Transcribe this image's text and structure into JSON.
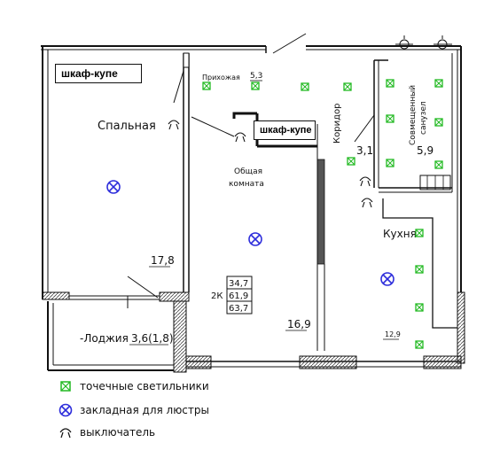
{
  "rooms": {
    "bedroom": {
      "name": "Спальная",
      "area": "17,8"
    },
    "hallway": {
      "name": "Прихожая",
      "area": "5,3"
    },
    "living": {
      "name_line1": "Общая",
      "name_line2": "комната",
      "area": "16,9"
    },
    "corridor": {
      "name": "Коридор",
      "area": "3,1"
    },
    "bathroom": {
      "name_line1": "Совмещенный",
      "name_line2": "санузел",
      "area": "5,9"
    },
    "kitchen": {
      "name": "Кухня",
      "area": "12,9"
    },
    "loggia": {
      "name": "-Лоджия",
      "area": "3,6(1,8)"
    }
  },
  "wardrobes": [
    {
      "label": "шкаф-купе"
    },
    {
      "label": "шкаф-купе"
    }
  ],
  "apartment": {
    "type": "2К",
    "areas": [
      "34,7",
      "61,9",
      "63,7"
    ]
  },
  "legend": [
    {
      "icon": "spotlight-icon",
      "text": "точечные светильники"
    },
    {
      "icon": "chandelier-mount-icon",
      "text": "закладная для люстры"
    },
    {
      "icon": "switch-icon",
      "text": "выключатель"
    }
  ],
  "colors": {
    "spotlight": "#22b922",
    "chandelier": "#2d2ddb",
    "wall": "#111111",
    "hatch": "#555555"
  }
}
